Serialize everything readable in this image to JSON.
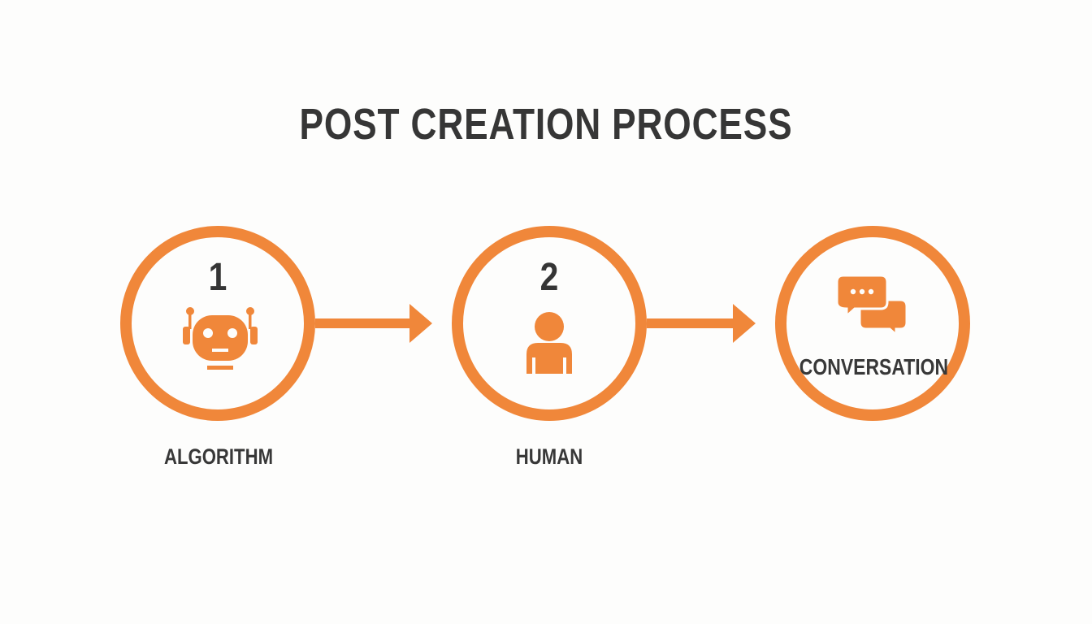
{
  "title": "POST CREATION PROCESS",
  "colors": {
    "accent": "#f0873a",
    "text": "#363636",
    "background": "#fdfdfc"
  },
  "steps": [
    {
      "number": "1",
      "icon": "robot-icon",
      "label": "ALGORITHM"
    },
    {
      "number": "2",
      "icon": "person-icon",
      "label": "HUMAN"
    },
    {
      "number": "",
      "icon": "chat-bubbles-icon",
      "label": "CONVERSATION"
    }
  ],
  "connectors": [
    {
      "from": "ALGORITHM",
      "to": "HUMAN",
      "type": "arrow"
    },
    {
      "from": "HUMAN",
      "to": "CONVERSATION",
      "type": "arrow"
    }
  ]
}
